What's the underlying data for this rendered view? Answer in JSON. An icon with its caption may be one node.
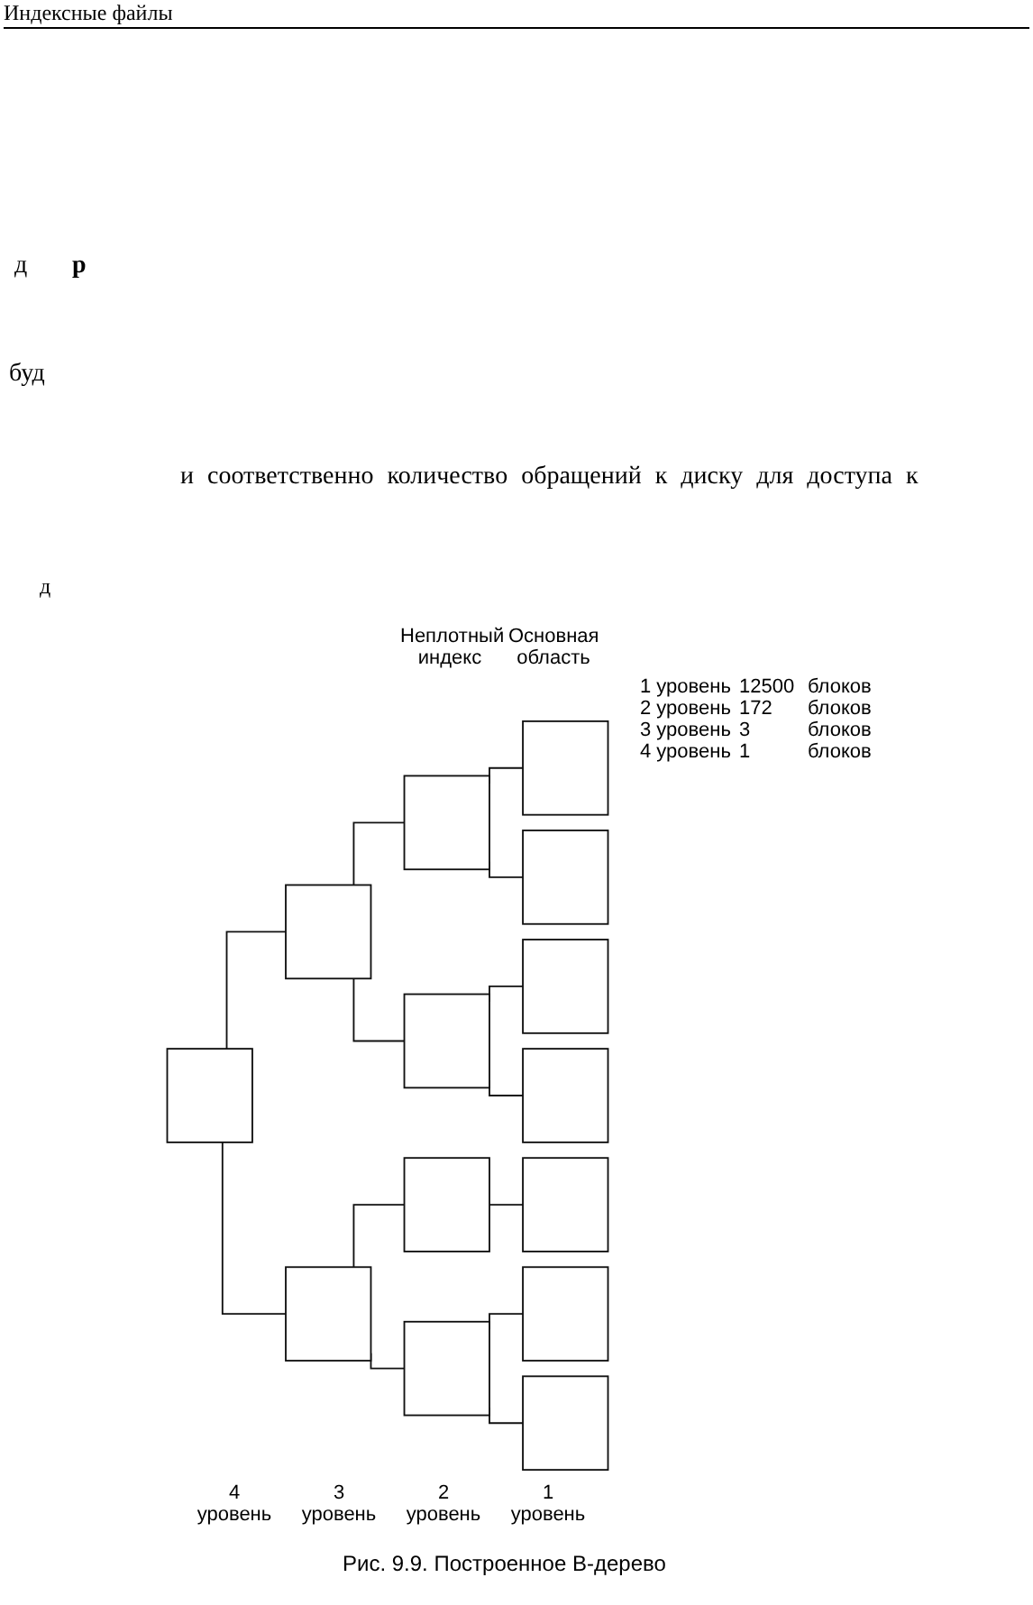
{
  "diagram": {
    "caption": "Рис. 9.9. Построенное В-дерево",
    "nodes": [
      {
        "text": [],
        "shape": "box"
      },
      {
        "text": [],
        "shape": "box"
      },
      {
        "text": [],
        "shape": "box"
      },
      {
        "text": [],
        "shape": "box"
      },
      {
        "text": [],
        "shape": "box"
      },
      {
        "text": [],
        "shape": "box"
      },
      {
        "text": [],
        "shape": "box"
      },
      {
        "text": [],
        "shape": "box"
      },
      {
        "text": [],
        "shape": "box"
      },
      {
        "text": [],
        "shape": "box"
      },
      {
        "text": [],
        "shape": "box"
      },
      {
        "text": [],
        "shape": "box"
      },
      {
        "text": [],
        "shape": "box"
      },
      {
        "text": [],
        "shape": "box"
      }
    ],
    "edges": [
      {
        "from": 0,
        "to": 1,
        "arrow": "none"
      },
      {
        "from": 0,
        "to": 2,
        "arrow": "none"
      },
      {
        "from": 1,
        "to": 3,
        "arrow": "none"
      },
      {
        "from": 1,
        "to": 4,
        "arrow": "none"
      },
      {
        "from": 2,
        "to": 5,
        "arrow": "none"
      },
      {
        "from": 2,
        "to": 6,
        "arrow": "none"
      },
      {
        "from": 3,
        "to": 7,
        "arrow": "none"
      },
      {
        "from": 3,
        "to": 8,
        "arrow": "none"
      },
      {
        "from": 4,
        "to": 9,
        "arrow": "none"
      },
      {
        "from": 4,
        "to": 10,
        "arrow": "none"
      },
      {
        "from": 5,
        "to": 11,
        "arrow": "none"
      },
      {
        "from": 6,
        "to": 12,
        "arrow": "none"
      },
      {
        "from": 6,
        "to": 13,
        "arrow": "none"
      }
    ],
    "labels": [
      "Индексные файлы",
      "д",
      "р",
      "буд",
      "и соответственно количество обращений к диску для доступа к",
      "д",
      "Неплотный индекс",
      "Основная область",
      "1 уровень",
      "12500",
      "блоков",
      "2 уровень",
      "172",
      "блоков",
      "3 уровень",
      "3",
      "блоков",
      "4 уровень",
      "1",
      "блоков",
      "4 уровень",
      "3 уровень",
      "2 уровень",
      "1 уровень"
    ]
  }
}
